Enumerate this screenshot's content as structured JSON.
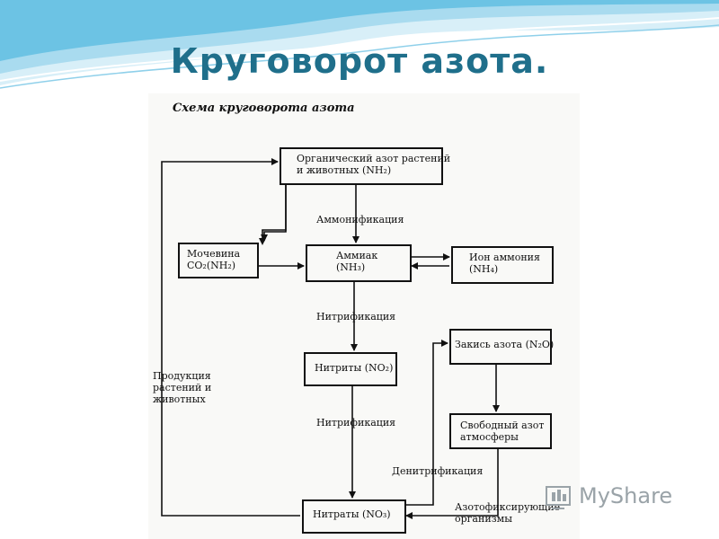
{
  "slide": {
    "title": "Круговорот азота."
  },
  "diagram": {
    "title": "Схема круговорота азота",
    "nodes": {
      "organic": "Органический азот растений\nи животных (NH₂)",
      "urea": "Мочевина\nCO₂(NH₂)",
      "ammonia": "Аммиак\n(NH₃)",
      "ammonium": "Ион аммония\n(NH₄)",
      "nitrites": "Нитриты (NO₂)",
      "nitrous_oxide": "Закись азота (N₂O)",
      "free_nitrogen": "Свободный азот\nатмосферы",
      "nitrates": "Нитраты (NO₃)"
    },
    "labels": {
      "ammonification": "Аммонификация",
      "nitrification_1": "Нитрификация",
      "nitrification_2": "Нитрификация",
      "denitrification": "Денитрификация",
      "products": "Продукция\nрастений и\nживотных",
      "nitrogen_fixers": "Азотофиксирующие\nорганизмы"
    }
  },
  "watermark": {
    "text": "MyShare"
  },
  "colors": {
    "title": "#1f6f8b",
    "wave_light": "#bfe4f2",
    "wave_dark": "#5ab8dd",
    "line": "#111111"
  }
}
